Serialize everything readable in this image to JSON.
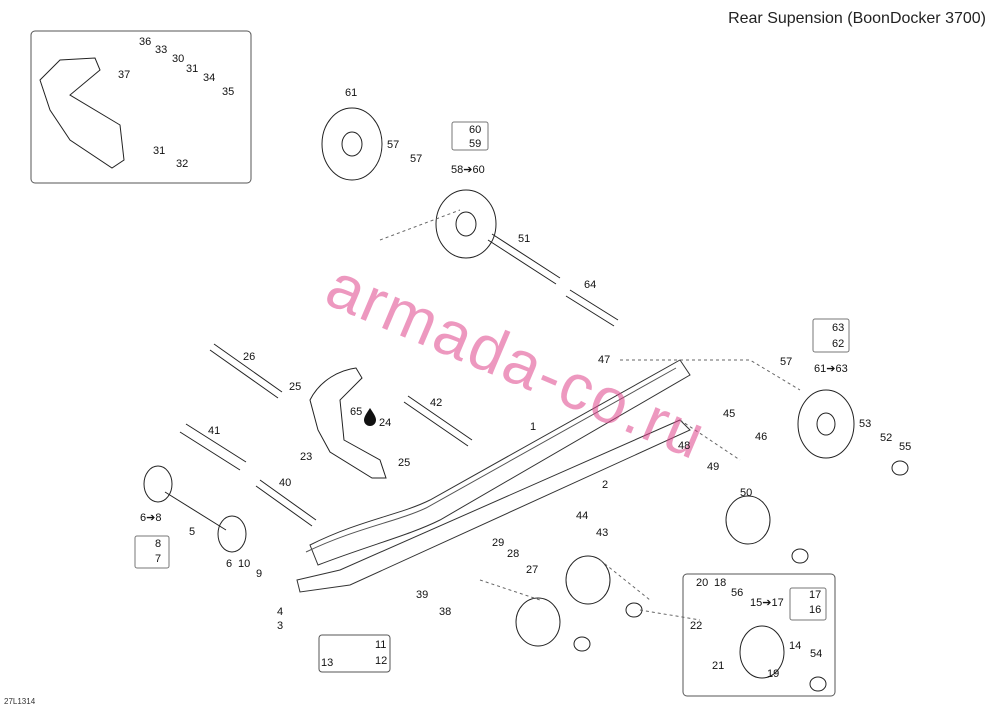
{
  "title": "Rear Supension (BoonDocker 3700)",
  "diagram_code": "27L1314",
  "watermark": "armada-co.ru",
  "colors": {
    "line": "#222222",
    "box": "#555555",
    "watermark": "#e0448c"
  },
  "icons": {
    "oil_drop": "oil-drop-icon"
  },
  "callouts": [
    {
      "id": "c36",
      "text": "36"
    },
    {
      "id": "c33",
      "text": "33"
    },
    {
      "id": "c30",
      "text": "30"
    },
    {
      "id": "c37",
      "text": "37"
    },
    {
      "id": "c31a",
      "text": "31"
    },
    {
      "id": "c34",
      "text": "34"
    },
    {
      "id": "c35",
      "text": "35"
    },
    {
      "id": "c31b",
      "text": "31"
    },
    {
      "id": "c32",
      "text": "32"
    },
    {
      "id": "c61a",
      "text": "61"
    },
    {
      "id": "c60",
      "text": "60"
    },
    {
      "id": "c59",
      "text": "59"
    },
    {
      "id": "c57a",
      "text": "57"
    },
    {
      "id": "c57b",
      "text": "57"
    },
    {
      "id": "c5860",
      "text": "58➔60"
    },
    {
      "id": "c51",
      "text": "51"
    },
    {
      "id": "c64",
      "text": "64"
    },
    {
      "id": "c63",
      "text": "63"
    },
    {
      "id": "c62",
      "text": "62"
    },
    {
      "id": "c57c",
      "text": "57"
    },
    {
      "id": "c6163",
      "text": "61➔63"
    },
    {
      "id": "c47",
      "text": "47"
    },
    {
      "id": "c26",
      "text": "26"
    },
    {
      "id": "c25a",
      "text": "25"
    },
    {
      "id": "c65",
      "text": "65"
    },
    {
      "id": "c24",
      "text": "24"
    },
    {
      "id": "c42",
      "text": "42"
    },
    {
      "id": "c1",
      "text": "1"
    },
    {
      "id": "c45",
      "text": "45"
    },
    {
      "id": "c53",
      "text": "53"
    },
    {
      "id": "c52",
      "text": "52"
    },
    {
      "id": "c55",
      "text": "55"
    },
    {
      "id": "c41",
      "text": "41"
    },
    {
      "id": "c23",
      "text": "23"
    },
    {
      "id": "c25b",
      "text": "25"
    },
    {
      "id": "c48",
      "text": "48"
    },
    {
      "id": "c46",
      "text": "46"
    },
    {
      "id": "c49",
      "text": "49"
    },
    {
      "id": "c2",
      "text": "2"
    },
    {
      "id": "c40",
      "text": "40"
    },
    {
      "id": "c50",
      "text": "50"
    },
    {
      "id": "c68",
      "text": "6➔8"
    },
    {
      "id": "c5",
      "text": "5"
    },
    {
      "id": "c8",
      "text": "8"
    },
    {
      "id": "c7",
      "text": "7"
    },
    {
      "id": "c6",
      "text": "6"
    },
    {
      "id": "c10",
      "text": "10"
    },
    {
      "id": "c9",
      "text": "9"
    },
    {
      "id": "c44",
      "text": "44"
    },
    {
      "id": "c43",
      "text": "43"
    },
    {
      "id": "c29",
      "text": "29"
    },
    {
      "id": "c28",
      "text": "28"
    },
    {
      "id": "c27",
      "text": "27"
    },
    {
      "id": "c20",
      "text": "20"
    },
    {
      "id": "c18",
      "text": "18"
    },
    {
      "id": "c56",
      "text": "56"
    },
    {
      "id": "c1517",
      "text": "15➔17"
    },
    {
      "id": "c17",
      "text": "17"
    },
    {
      "id": "c16",
      "text": "16"
    },
    {
      "id": "c22",
      "text": "22"
    },
    {
      "id": "c39",
      "text": "39"
    },
    {
      "id": "c38",
      "text": "38"
    },
    {
      "id": "c4",
      "text": "4"
    },
    {
      "id": "c3",
      "text": "3"
    },
    {
      "id": "c11",
      "text": "11"
    },
    {
      "id": "c13",
      "text": "13"
    },
    {
      "id": "c12",
      "text": "12"
    },
    {
      "id": "c14",
      "text": "14"
    },
    {
      "id": "c54",
      "text": "54"
    },
    {
      "id": "c21",
      "text": "21"
    },
    {
      "id": "c19",
      "text": "19"
    }
  ]
}
